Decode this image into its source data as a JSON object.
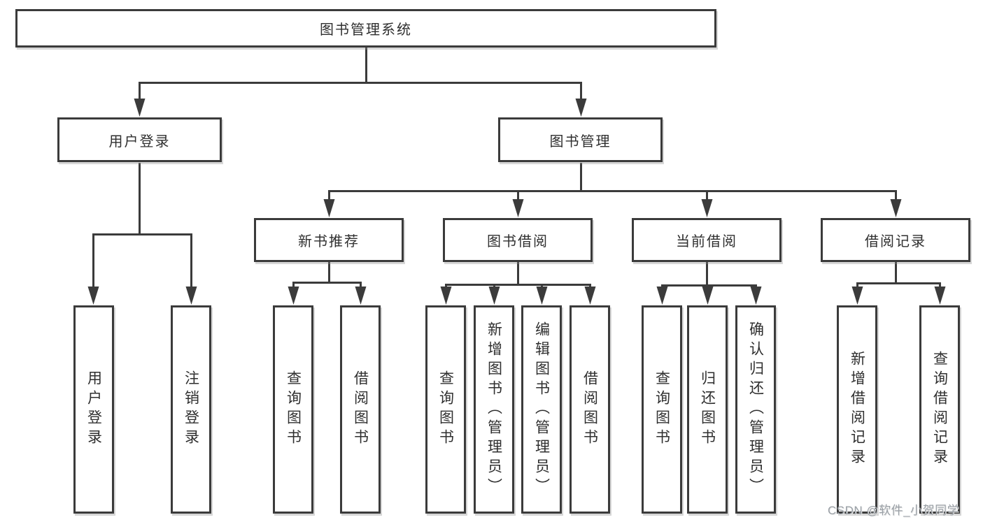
{
  "tree": {
    "root": {
      "label": "图书管理系统"
    },
    "branches": [
      {
        "label": "用户登录",
        "children": [
          {
            "label": "用户登录"
          },
          {
            "label": "注销登录"
          }
        ]
      },
      {
        "label": "图书管理",
        "sections": [
          {
            "label": "新书推荐",
            "children": [
              {
                "label": "查询图书"
              },
              {
                "label": "借阅图书"
              }
            ]
          },
          {
            "label": "图书借阅",
            "children": [
              {
                "label": "查询图书"
              },
              {
                "label": "新增图书（管理员）"
              },
              {
                "label": "编辑图书（管理员）"
              },
              {
                "label": "借阅图书"
              }
            ]
          },
          {
            "label": "当前借阅",
            "children": [
              {
                "label": "查询图书"
              },
              {
                "label": "归还图书"
              },
              {
                "label": "确认归还（管理员）"
              }
            ]
          },
          {
            "label": "借阅记录",
            "children": [
              {
                "label": "新增借阅记录"
              },
              {
                "label": "查询借阅记录"
              }
            ]
          }
        ]
      }
    ]
  },
  "watermark": {
    "text": "CSDN @软件_小贺同学"
  },
  "colors": {
    "line": "#3b3b3b",
    "box_border": "#3b3b3b",
    "text": "#2f2f2f",
    "watermark": "#9aa0a6",
    "background": "#ffffff"
  }
}
